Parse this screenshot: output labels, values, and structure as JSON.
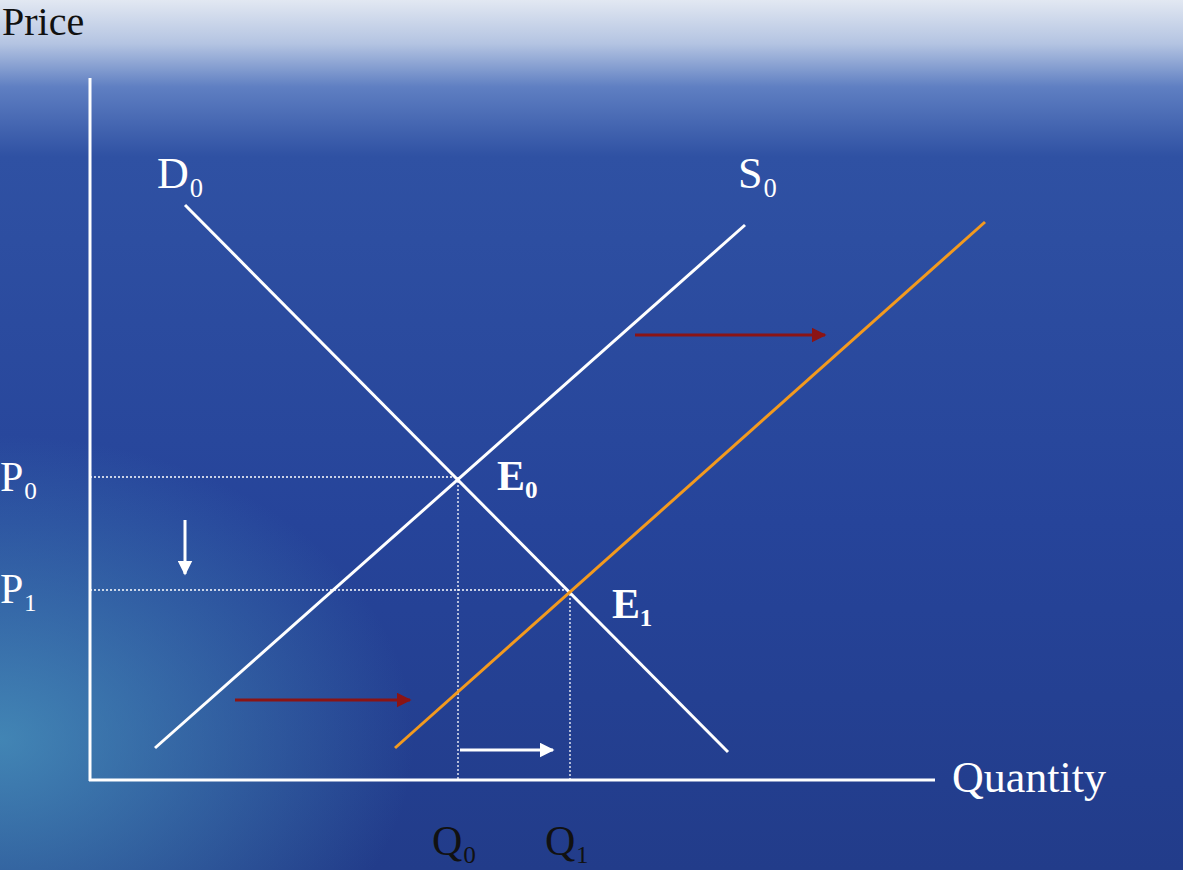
{
  "diagram": {
    "labels": [
      "Price",
      "D₀",
      "S₀",
      "P₀",
      "E₀",
      "P₁",
      "E₁",
      "Quantity",
      "Q₀",
      "Q₁"
    ]
  }
}
